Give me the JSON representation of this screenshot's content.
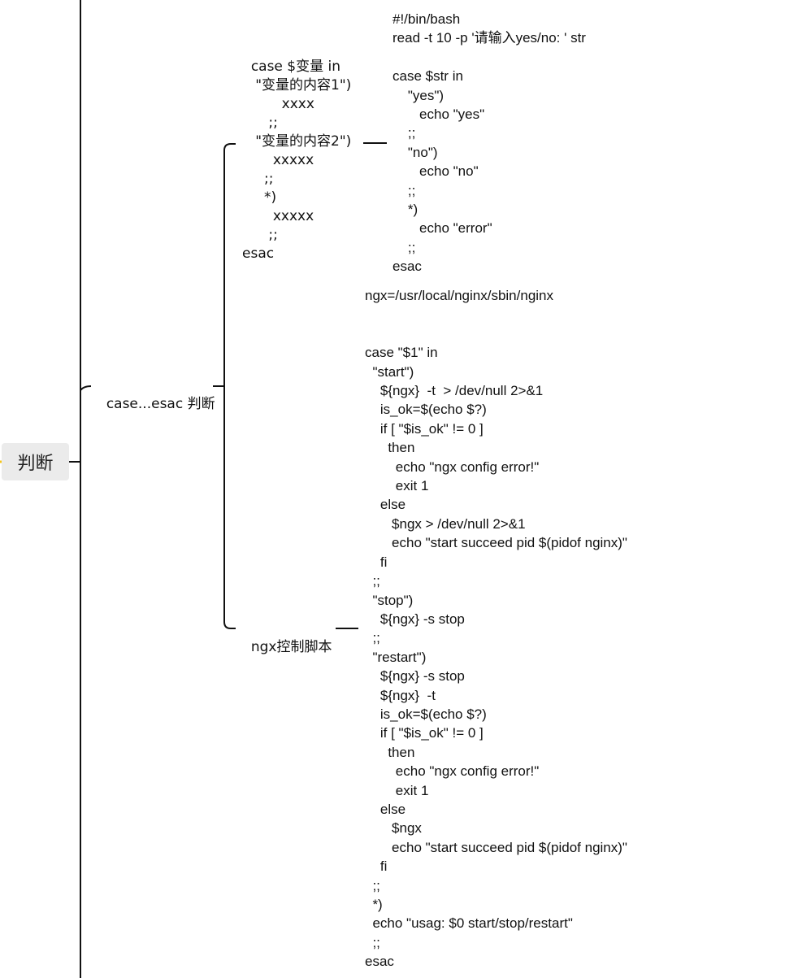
{
  "root": {
    "label": "判断"
  },
  "branch": {
    "label": "case...esac 判断"
  },
  "children": [
    {
      "label": "case $变量 in\n   \"变量的内容1\")\n         xxxx\n      ;;\n   \"变量的内容2\")\n       xxxxx\n     ;;\n     *)\n       xxxxx\n      ;;\nesac",
      "detail": "#!/bin/bash\nread -t 10 -p '请输入yes/no: ' str\n\ncase $str in\n    \"yes\")\n       echo \"yes\"\n    ;;\n    \"no\")\n       echo \"no\"\n    ;;\n    *)\n       echo \"error\"\n    ;;\nesac"
    },
    {
      "label": "ngx控制脚本",
      "detail": "ngx=/usr/local/nginx/sbin/nginx\n\n\ncase \"$1\" in\n  \"start\")\n    ${ngx}  -t  > /dev/null 2>&1\n    is_ok=$(echo $?)\n    if [ \"$is_ok\" != 0 ]\n      then\n        echo \"ngx config error!\"\n        exit 1\n    else\n       $ngx > /dev/null 2>&1\n       echo \"start succeed pid $(pidof nginx)\"\n    fi\n  ;;\n  \"stop\")\n    ${ngx} -s stop\n  ;;\n  \"restart\")\n    ${ngx} -s stop\n    ${ngx}  -t\n    is_ok=$(echo $?)\n    if [ \"$is_ok\" != 0 ]\n      then\n        echo \"ngx config error!\"\n        exit 1\n    else\n       $ngx\n       echo \"start succeed pid $(pidof nginx)\"\n    fi\n  ;;\n  *)\n  echo \"usag: $0 start/stop/restart\"\n  ;;\nesac"
    }
  ],
  "colors": {
    "line": "#111111",
    "root_bg": "#ebebeb",
    "accent": "#f5c518"
  }
}
